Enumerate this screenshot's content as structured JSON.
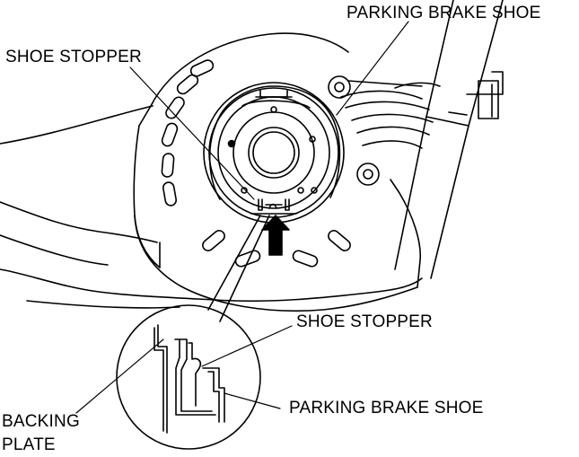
{
  "labels": {
    "parking_brake_shoe_top": "PARKING BRAKE SHOE",
    "shoe_stopper_top": "SHOE STOPPER",
    "shoe_stopper_detail": "SHOE STOPPER",
    "parking_brake_shoe_detail": "PARKING BRAKE SHOE",
    "backing_plate_line1": "BACKING",
    "backing_plate_line2": "PLATE"
  },
  "colors": {
    "line": "#000000",
    "background": "#ffffff"
  }
}
